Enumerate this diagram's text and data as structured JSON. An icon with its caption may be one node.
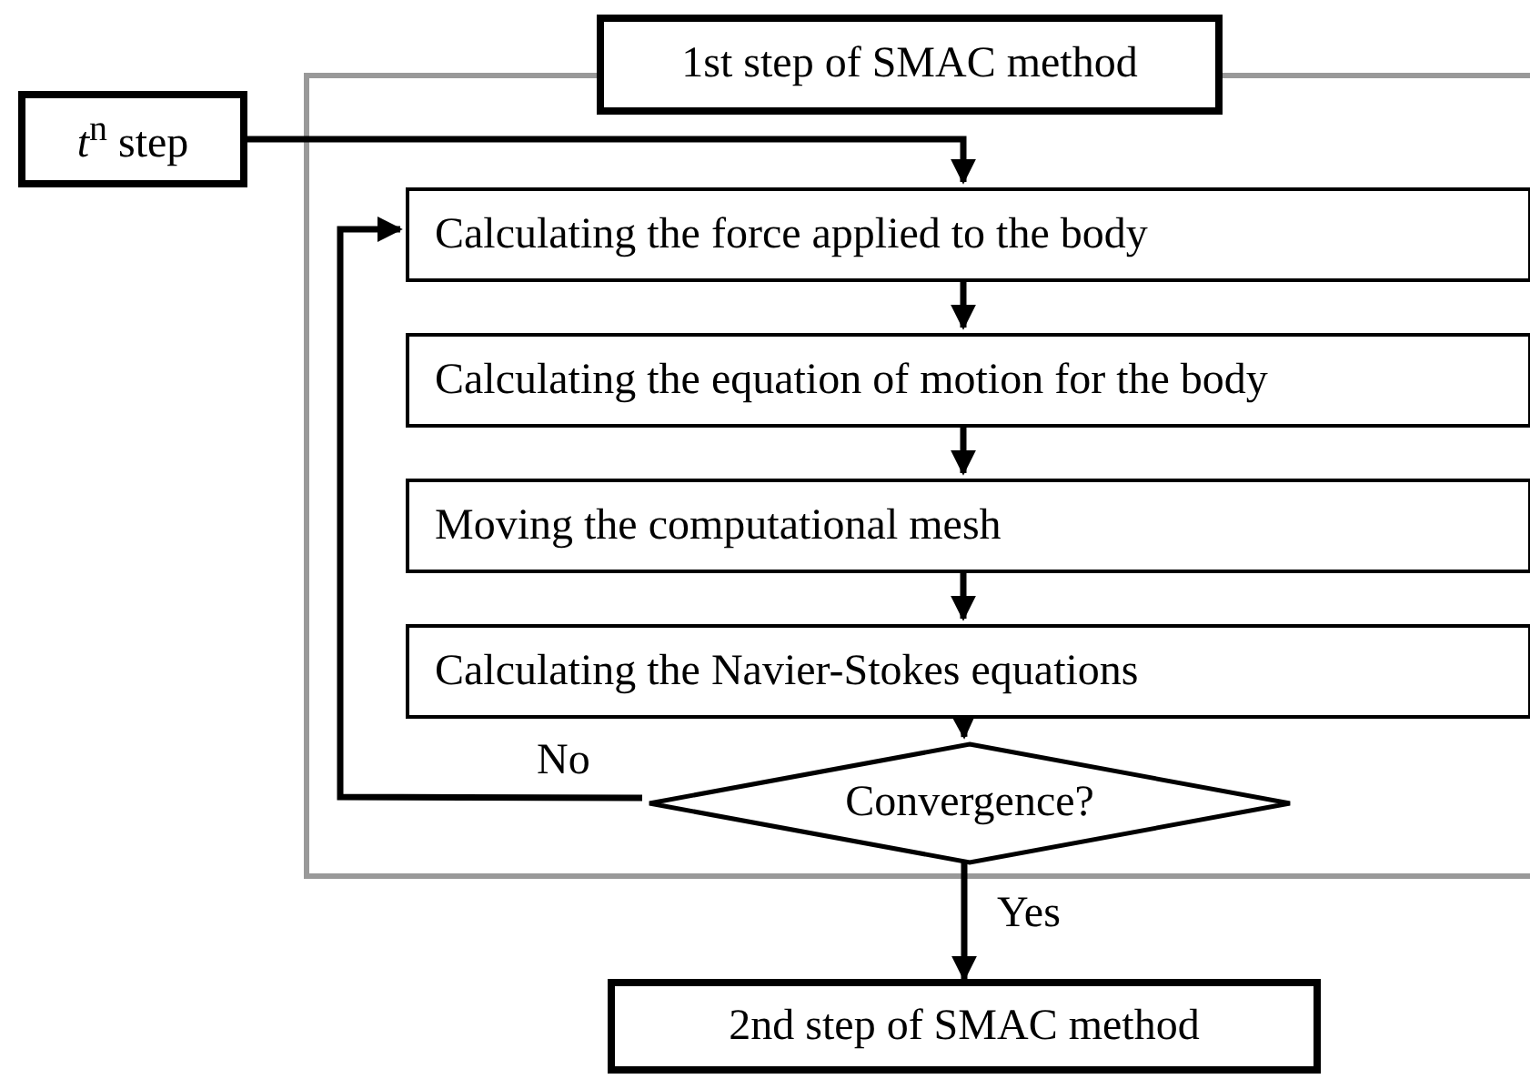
{
  "diagram": {
    "nodes": [
      {
        "text": [],
        "shape": "box"
      },
      {
        "text": [
          "1st step of SMAC method"
        ]
      },
      {
        "text": [
          "*t*$^{n}$ step"
        ]
      },
      {
        "text": [
          "Calculating the force applied to the body"
        ],
        "in": 0
      },
      {
        "text": [
          "Calculating the equation of motion for the body"
        ],
        "in": 0
      },
      {
        "text": [
          "Moving the computational mesh"
        ],
        "in": 0
      },
      {
        "text": [
          "Calculating the Navier-Stokes equations"
        ],
        "in": 0
      },
      {
        "text": [
          "Convergence?"
        ],
        "in": 0
      },
      {
        "text": [
          "2nd step of SMAC method"
        ]
      }
    ],
    "edges": [
      {
        "from": 2,
        "to": 3,
        "arrow": "to"
      },
      {
        "from": 3,
        "to": 4,
        "arrow": "to"
      },
      {
        "from": 4,
        "to": 5,
        "arrow": "to"
      },
      {
        "from": 5,
        "to": 6,
        "arrow": "to"
      },
      {
        "from": 6,
        "to": 7,
        "arrow": "to"
      },
      {
        "from": 7,
        "to": 3,
        "arrow": "to",
        "label": "No"
      },
      {
        "from": 7,
        "to": 8,
        "arrow": "to",
        "label": "Yes"
      }
    ]
  }
}
